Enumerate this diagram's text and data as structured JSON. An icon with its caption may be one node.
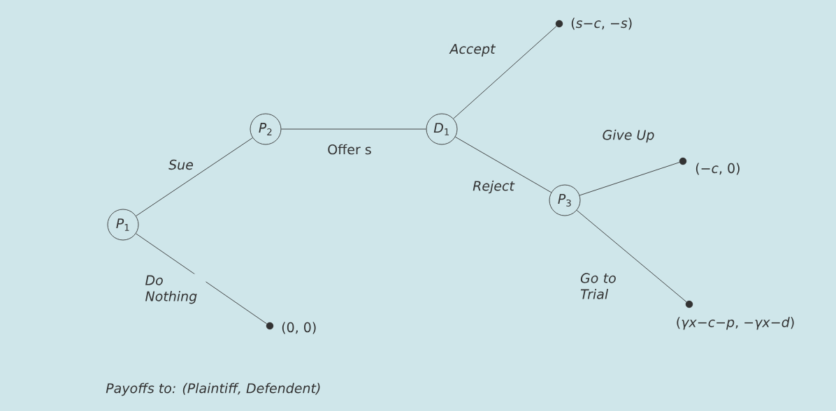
{
  "diagram": {
    "nodes": [
      {
        "text": [
          "*P*$_{1}$"
        ]
      },
      {
        "text": [
          "*P*$_{2}$"
        ]
      },
      {
        "text": [
          "*D*$_{1}$"
        ]
      },
      {
        "text": [
          "*P*$_{3}$"
        ]
      },
      {
        "text": [],
        "shape": "circle",
        "beside": [
          "(*s*−*c*, −*s*)"
        ]
      },
      {
        "text": [],
        "shape": "circle",
        "beside": [
          "(−*c*, 0)"
        ]
      },
      {
        "text": [],
        "shape": "circle",
        "beside": [
          "(*γx*−*c*−*p*, −*γx*−*d*)"
        ]
      },
      {
        "text": [],
        "shape": "circle",
        "beside": [
          "(0, 0)"
        ]
      }
    ],
    "edges": [
      {
        "from": 0,
        "to": 1,
        "arrow": "none",
        "label": "Sue"
      },
      {
        "from": 1,
        "to": 2,
        "arrow": "none",
        "label": "Offer s"
      },
      {
        "from": 2,
        "to": 4,
        "arrow": "none",
        "label": "Accept"
      },
      {
        "from": 2,
        "to": 3,
        "arrow": "none",
        "label": "Reject"
      },
      {
        "from": 3,
        "to": 5,
        "arrow": "none",
        "label": "Give Up"
      },
      {
        "from": 3,
        "to": 6,
        "arrow": "none",
        "label": "Go to Trial"
      },
      {
        "from": 0,
        "to": 7,
        "arrow": "none",
        "label": "Do Nothing"
      }
    ],
    "labels": [
      "Payoffs to: (Plaintiff, Defendent)"
    ]
  }
}
